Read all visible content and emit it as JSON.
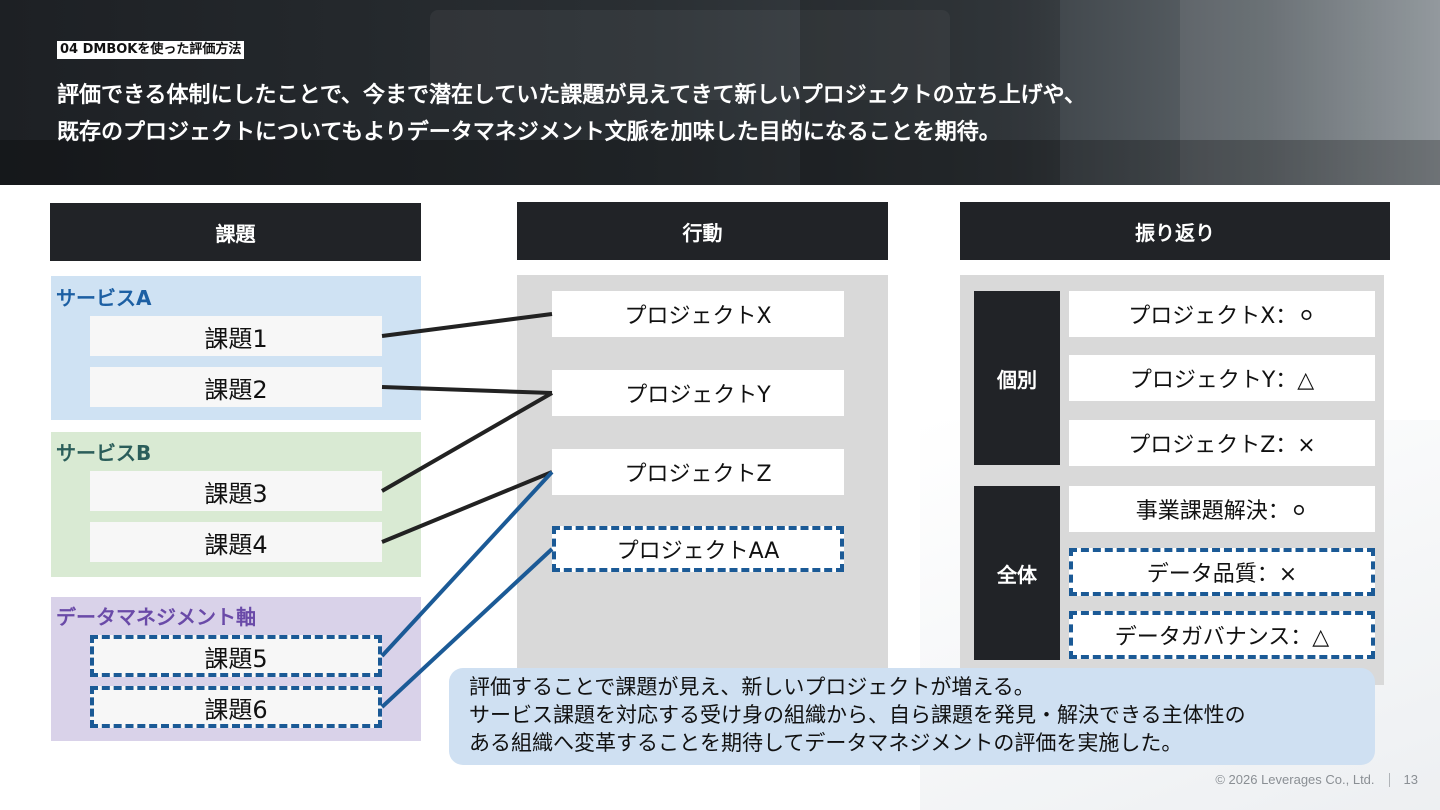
{
  "section_tag": "04 DMBOKを使った評価方法",
  "headline": {
    "line1": "評価できる体制にしたことで、今まで潜在していた課題が見えてきて新しいプロジェクトの立ち上げや、",
    "line2": "既存のプロジェクトについてもよりデータマネジメント文脈を加味した目的になることを期待。"
  },
  "columns": {
    "issues": "課題",
    "actions": "行動",
    "review": "振り返り"
  },
  "groups": {
    "service_a": "サービスA",
    "service_b": "サービスB",
    "dm_axis": "データマネジメント軸"
  },
  "issues": [
    "課題1",
    "課題2",
    "課題3",
    "課題4",
    "課題5",
    "課題6"
  ],
  "projects": [
    "プロジェクトX",
    "プロジェクトY",
    "プロジェクトZ",
    "プロジェクトAA"
  ],
  "review": {
    "individual_label": "個別",
    "overall_label": "全体",
    "individual": [
      "プロジェクトX：⚪",
      "プロジェクトY：△",
      "プロジェクトZ：×"
    ],
    "overall": [
      "事業課題解決：⚪",
      "データ品質：×",
      "データガバナンス：△"
    ]
  },
  "callout": {
    "line1": "評価することで課題が見え、新しいプロジェクトが増える。",
    "line2": "サービス課題を対応する受け身の組織から、自ら課題を発見・解決できる主体性の",
    "line3": "ある組織へ変革することを期待してデータマネジメントの評価を実施した。"
  },
  "footer": {
    "copyright": "© 2026 Leverages Co., Ltd.",
    "page": "13"
  },
  "colors": {
    "dark": "#212327",
    "service_a_bg": "#cfe2f3",
    "service_b_bg": "#d9ead3",
    "dm_axis_bg": "#d9d2e9",
    "accent_blue": "#1b5a96",
    "callout_bg": "#cfe0f2"
  }
}
